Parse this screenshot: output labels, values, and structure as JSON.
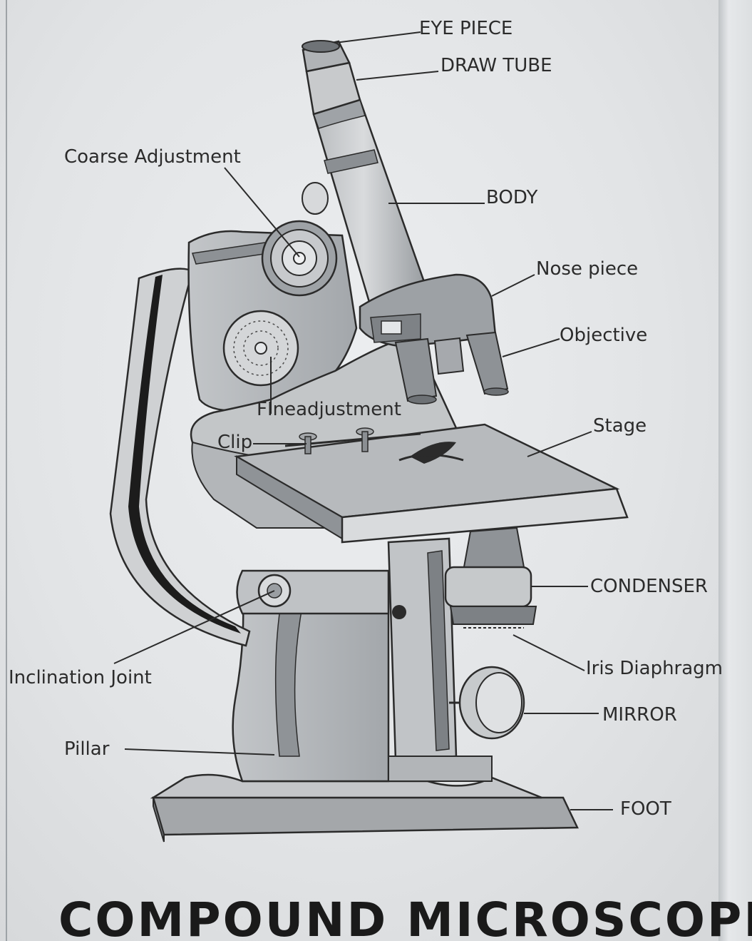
{
  "title": "COMPOUND MICROSCOPE",
  "labels": {
    "eye_piece": "EYE PIECE",
    "draw_tube": "DRAW TUBE",
    "coarse_adjustment": "Coarse Adjustment",
    "body": "BODY",
    "nose_piece": "Nose piece",
    "objective": "Objective",
    "fine_adjustment": "FIneadjustment",
    "clip": "Clip",
    "stage": "Stage",
    "condenser": "CONDENSER",
    "iris_diaphragm": "Iris Diaphragm",
    "mirror": "MIRROR",
    "inclination_joint": "Inclination Joint",
    "pillar": "Pillar",
    "foot": "FOOT"
  },
  "colors": {
    "ink": "#2b2b2b",
    "shade_light": "#c9cbcd",
    "shade_mid": "#a9acaf",
    "shade_dark": "#7d8185",
    "paper": "#e6e8ea"
  }
}
